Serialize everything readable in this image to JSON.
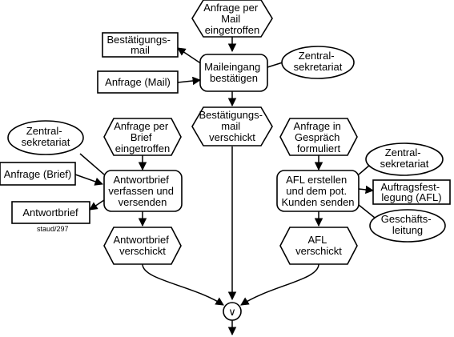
{
  "nodes": {
    "ev_mail_received": [
      "Anfrage per",
      "Mail",
      "eingetroffen"
    ],
    "fn_confirm_mail": [
      "Maileingang",
      "bestätigen"
    ],
    "doc_confirmation_mail": [
      "Bestätigungs-",
      "mail"
    ],
    "doc_inquiry_mail": [
      "Anfrage (Mail)"
    ],
    "org_central_office_top": [
      "Zentral-",
      "sekretariat"
    ],
    "ev_confirmation_sent": [
      "Bestätigungs-",
      "mail",
      "verschickt"
    ],
    "ev_letter_received": [
      "Anfrage per",
      "Brief",
      "eingetroffen"
    ],
    "org_central_office_left": [
      "Zentral-",
      "sekretariat"
    ],
    "doc_inquiry_letter": [
      "Anfrage (Brief)"
    ],
    "fn_write_reply": [
      "Antwortbrief",
      "verfassen und",
      "versenden"
    ],
    "doc_reply_letter": [
      "Antwortbrief"
    ],
    "ev_reply_sent": [
      "Antwortbrief",
      "verschickt"
    ],
    "ev_inquiry_conversation": [
      "Anfrage in",
      "Gespräch",
      "formuliert"
    ],
    "org_central_office_right": [
      "Zentral-",
      "sekretariat"
    ],
    "fn_create_afl": [
      "AFL erstellen",
      "und dem pot.",
      "Kunden senden"
    ],
    "doc_afl": [
      "Auftragsfest-",
      "legung (AFL)"
    ],
    "org_management": [
      "Geschäfts-",
      "leitung"
    ],
    "ev_afl_sent": [
      "AFL",
      "verschickt"
    ]
  },
  "connector_symbol": "∨",
  "watermark": "staud/297"
}
